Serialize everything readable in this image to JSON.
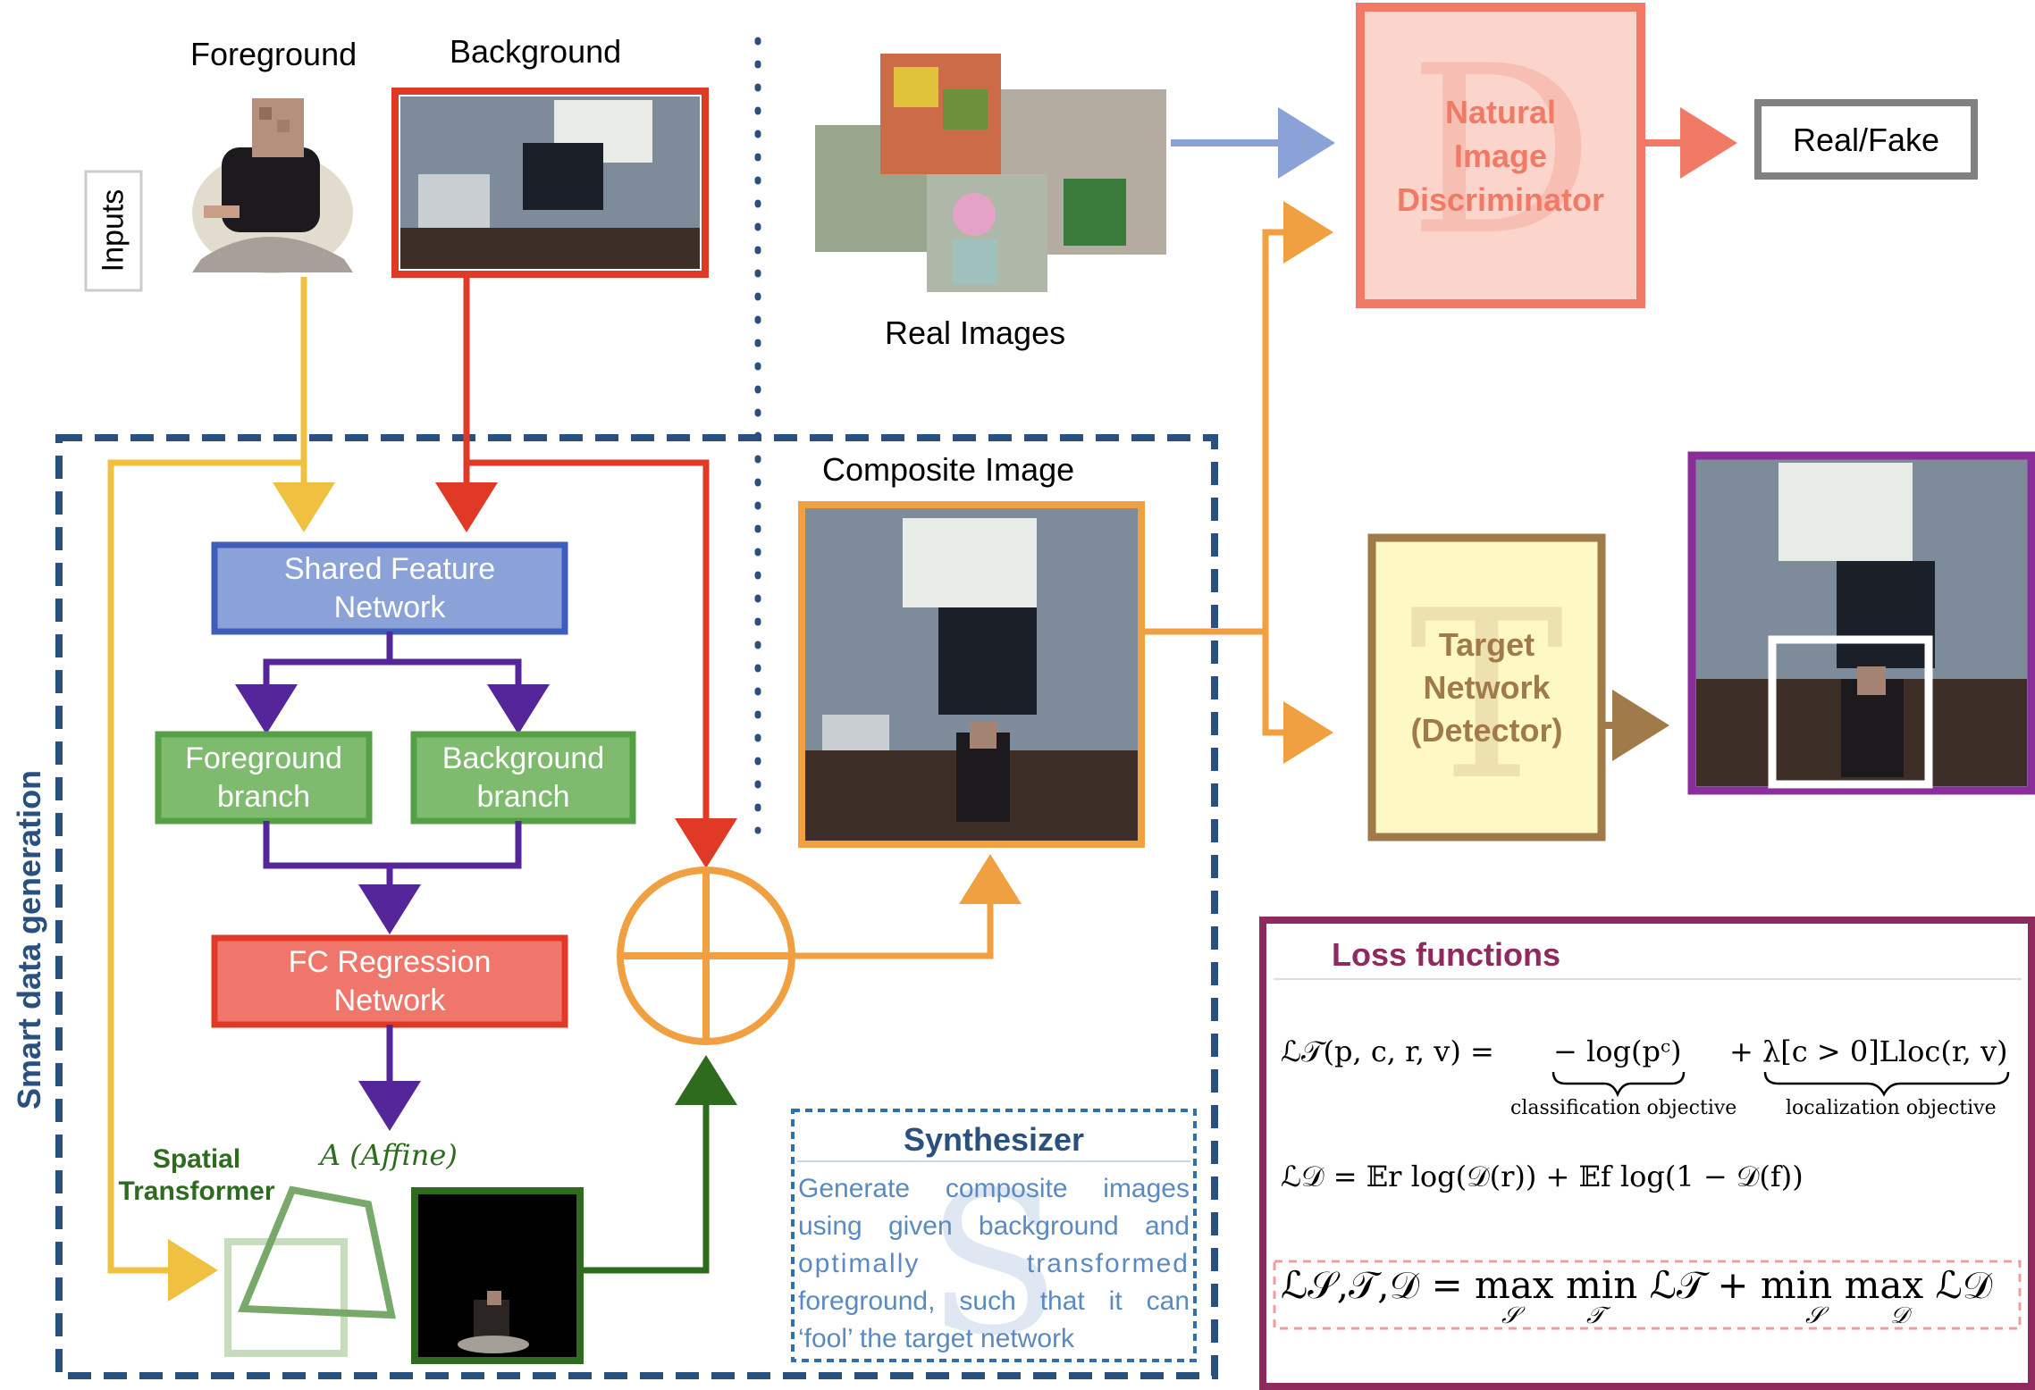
{
  "inputs": {
    "label": "Inputs",
    "foreground_title": "Foreground",
    "background_title": "Background"
  },
  "real_images_label": "Real Images",
  "composite_label": "Composite Image",
  "smart_data_generation_label": "Smart data generation",
  "discriminator": {
    "letter": "D",
    "lines": [
      "Natural",
      "Image",
      "Discriminator"
    ]
  },
  "real_fake_label": "Real/Fake",
  "target": {
    "letter": "T",
    "lines": [
      "Target",
      "Network",
      "(Detector)"
    ]
  },
  "shared_feature": {
    "lines": [
      "Shared Feature",
      "Network"
    ]
  },
  "foreground_branch": {
    "lines": [
      "Foreground",
      "branch"
    ]
  },
  "background_branch": {
    "lines": [
      "Background",
      "branch"
    ]
  },
  "fc_regression": {
    "lines": [
      "FC Regression",
      "Network"
    ]
  },
  "spatial_transformer": {
    "lines": [
      "Spatial",
      "Transformer"
    ]
  },
  "affine_label": "A (Affine)",
  "synthesizer": {
    "title": "Synthesizer",
    "letter": "S",
    "lines": [
      "Generate composite images",
      "using given background and",
      "optimally transformed",
      "foreground, such that it can",
      "‘fool’ the target network"
    ]
  },
  "loss": {
    "title": "Loss functions",
    "eq1_lhs": "ℒ𝒯(p, c, r, v) =",
    "eq1_term1": "− log(pᶜ)",
    "eq1_term2": "+ λ[c > 0]Lloc(r, v)",
    "eq1_under1": "classification objective",
    "eq1_under2": "localization objective",
    "eq2": "ℒ𝒟 = 𝔼r log(𝒟(r)) + 𝔼f log(1 − 𝒟(f))",
    "eq3": "ℒ𝒮,𝒯,𝒟 = max min ℒ𝒯 + min max ℒ𝒟",
    "eq3_subs": [
      "𝒮",
      "𝒯",
      "𝒮",
      "𝒟"
    ]
  },
  "colors": {
    "yellow_arrow": "#f0c040",
    "red": "#e03a26",
    "blue_box": "#8aa2d8",
    "blue_border": "#3f5dbb",
    "purple": "#55259a",
    "green_box": "#7fbb6e",
    "green_border": "#55a045",
    "dark_green": "#2e6b1f",
    "orange": "#f0a040",
    "salmon": "#f07a66",
    "navy_dash": "#2a5080",
    "maroon": "#8e2a5e",
    "brown": "#a07a48",
    "discriminator_fill": "#fbd4cc",
    "target_fill": "#fdf8c4",
    "gray_border": "#808080",
    "purple_frame": "#8a2f9a",
    "periwinkle": "#8aa2d8"
  }
}
